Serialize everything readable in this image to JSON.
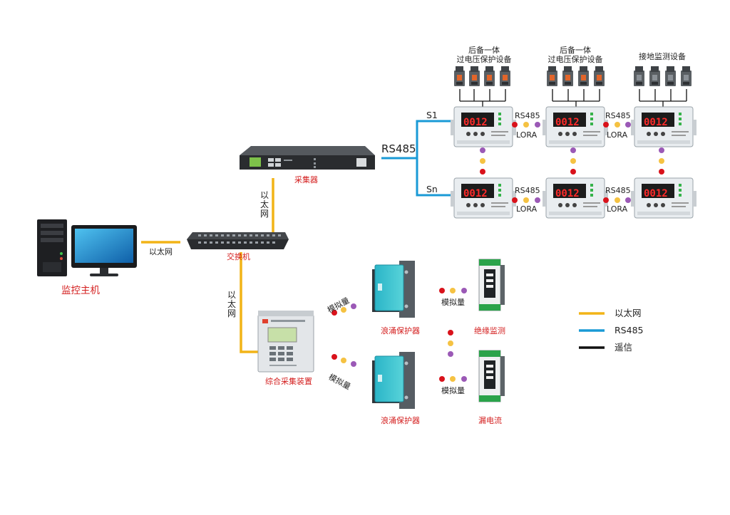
{
  "host": {
    "label": "监控主机"
  },
  "switch": {
    "label": "交换机"
  },
  "collector": {
    "label": "采集器"
  },
  "integrated": {
    "label": "综合采集装置"
  },
  "links": {
    "host_switch": "以太网",
    "switch_collector": "以太网",
    "switch_integrated": "以太网",
    "rs485": "RS485",
    "s1": "S1",
    "sn": "Sn"
  },
  "device_groups": [
    {
      "title_line1": "后备一体",
      "title_line2": "过电压保护设备"
    },
    {
      "title_line1": "后备一体",
      "title_line2": "过电压保护设备"
    },
    {
      "title_line1": "",
      "title_line2": "接地监测设备"
    }
  ],
  "monitors": {
    "display_value": "0012",
    "rs485_label": "RS485",
    "lora_label": "LORA"
  },
  "surge": {
    "top_label": "浪涌保护器",
    "bottom_label": "浪涌保护器",
    "analog_top_left": "模拟量",
    "analog_bottom_left": "模拟量",
    "analog_top_right": "模拟量",
    "analog_bottom_right": "模拟量"
  },
  "sensors": {
    "insulation": "绝缘监测",
    "leakage": "漏电流"
  },
  "legend": [
    {
      "label": "以太网",
      "color": "#f2b417"
    },
    {
      "label": "RS485",
      "color": "#1a9ad6"
    },
    {
      "label": "遥信",
      "color": "#111111"
    }
  ],
  "colors": {
    "ethernet": "#f2b417",
    "rs485": "#1a9ad6",
    "signal": "#111111",
    "dot_red": "#d9121b",
    "dot_yellow": "#f5c242",
    "dot_purple": "#9b59b6",
    "label_red": "#d42020"
  }
}
